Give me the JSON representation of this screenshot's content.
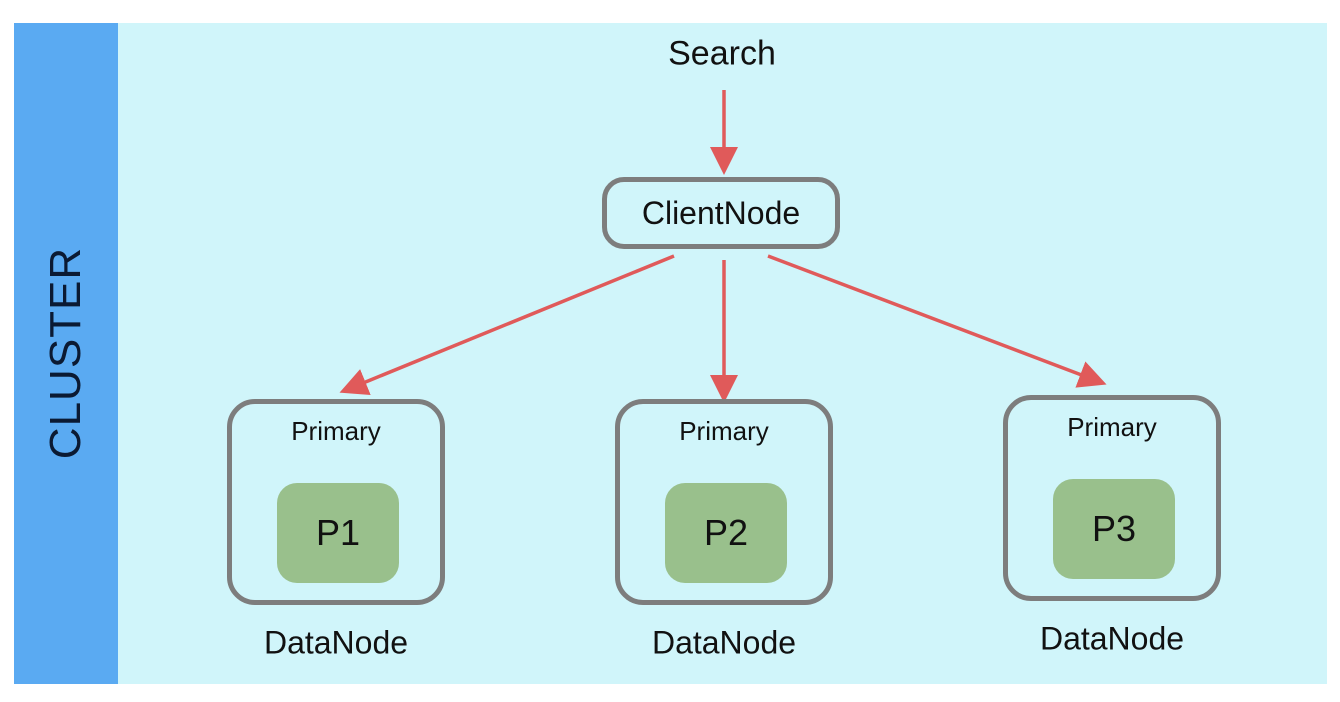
{
  "cluster": {
    "label": "CLUSTER"
  },
  "search": {
    "label": "Search"
  },
  "client_node": {
    "label": "ClientNode"
  },
  "data_nodes": [
    {
      "role": "Primary",
      "shard": "P1",
      "caption": "DataNode"
    },
    {
      "role": "Primary",
      "shard": "P2",
      "caption": "DataNode"
    },
    {
      "role": "Primary",
      "shard": "P3",
      "caption": "DataNode"
    }
  ],
  "colors": {
    "cluster_bar": "#5aaaf2",
    "background": "#d0f5fa",
    "node_border": "#7d7d7d",
    "shard_fill": "#99c08c",
    "arrow": "#e05a5a"
  }
}
